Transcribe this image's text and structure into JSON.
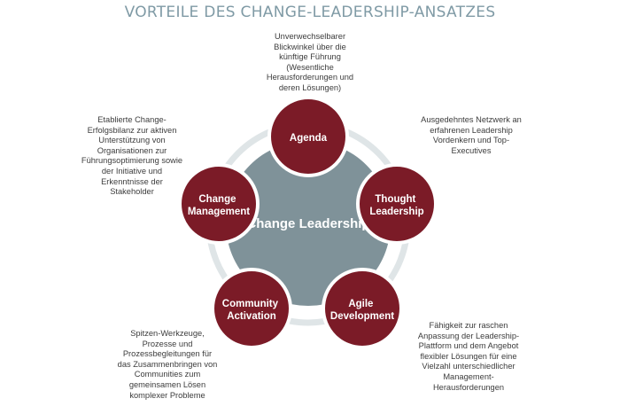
{
  "title": "VORTEILE DES CHANGE-LEADERSHIP-ANSATZES",
  "colors": {
    "title": "#7f9aa5",
    "node_fill": "#7b1b27",
    "node_stroke": "#ffffff",
    "center_fill": "#7f9299",
    "ring": "#dfe5e7"
  },
  "center": {
    "label": "Change Leadership"
  },
  "nodes": [
    {
      "id": "agenda",
      "lines": [
        "Agenda"
      ],
      "description": "Unverwechselbarer\nBlickwinkel über die\nkünftige Führung\n(Wesentliche\nHerausforderungen und\nderen Lösungen)"
    },
    {
      "id": "thought",
      "lines": [
        "Thought",
        "Leadership"
      ],
      "description": "Ausgedehntes Netzwerk an\nerfahrenen Leadership\nVordenkern und Top-\nExecutives"
    },
    {
      "id": "agile",
      "lines": [
        "Agile",
        "Development"
      ],
      "description": "Fähigkeit zur raschen\nAnpassung der Leadership-\nPlattform und dem Angebot\nflexibler Lösungen für eine\nVielzahl unterschiedlicher\nManagement-\nHerausforderungen"
    },
    {
      "id": "community",
      "lines": [
        "Community",
        "Activation"
      ],
      "description": "Spitzen-Werkzeuge,\nProzesse und\nProzessbegleitungen für\ndas Zusammenbringen von\nCommunities zum\ngemeinsamen Lösen\nkomplexer Probleme"
    },
    {
      "id": "change",
      "lines": [
        "Change",
        "Management"
      ],
      "description": "Etablierte Change-\nErfolgsbilanz zur aktiven\nUnterstützung von\nOrganisationen zur\nFührungsoptimierung sowie\nder Initiative und\nErkenntnisse der\nStakeholder"
    }
  ]
}
